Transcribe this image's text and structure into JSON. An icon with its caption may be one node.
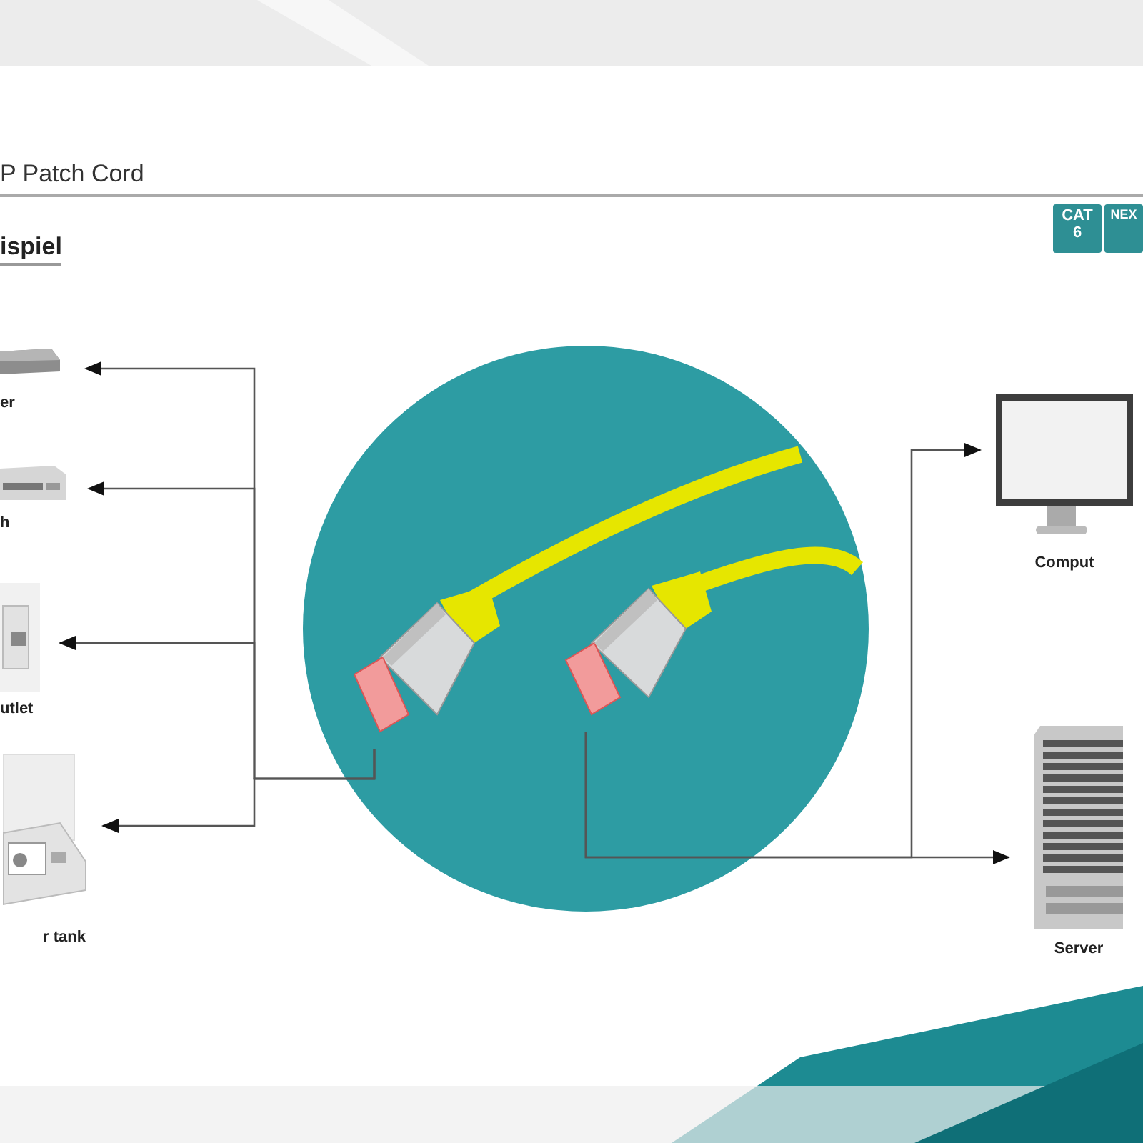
{
  "diagram": {
    "title": "P Patch Cord",
    "nodes": [
      {
        "text": [
          "er"
        ]
      },
      {
        "text": [
          "h"
        ]
      },
      {
        "text": [
          "utlet"
        ]
      },
      {
        "text": [
          "r tank"
        ]
      },
      {
        "text": [],
        "shape": "picture"
      },
      {
        "text": [],
        "shape": "picture"
      },
      {
        "text": [
          "Comput"
        ]
      },
      {
        "text": [
          "Server"
        ]
      }
    ],
    "edges": [
      {
        "from": 4,
        "to": 0,
        "arrow": "to"
      },
      {
        "from": 4,
        "to": 1,
        "arrow": "to"
      },
      {
        "from": 4,
        "to": 2,
        "arrow": "to"
      },
      {
        "from": 4,
        "to": 3,
        "arrow": "to"
      },
      {
        "from": 5,
        "to": 6,
        "arrow": "to"
      },
      {
        "from": 5,
        "to": 7,
        "arrow": "to"
      }
    ],
    "labels": [
      "ispiel",
      "CAT 6",
      "NEX"
    ]
  }
}
